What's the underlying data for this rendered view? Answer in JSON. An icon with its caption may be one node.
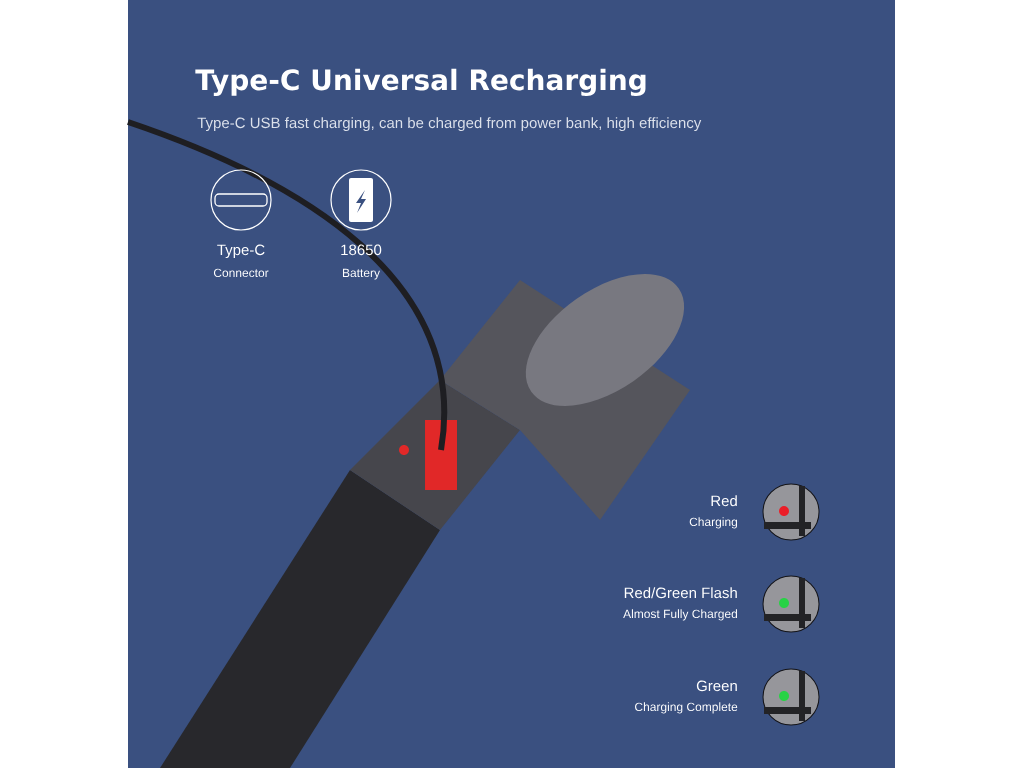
{
  "diagram": {
    "title": "Type-C Universal Recharging",
    "nodes": [
      {
        "text": [
          "Type-C",
          "Connector"
        ]
      },
      {
        "text": [
          "18650",
          "Battery"
        ]
      },
      {
        "text": [
          "Red",
          "Charging"
        ]
      },
      {
        "text": [
          "Red/Green Flash",
          "Almost Fully Charged"
        ]
      },
      {
        "text": [
          "Green",
          "Charging Complete"
        ]
      }
    ],
    "labels": [
      "Type-C USB fast charging, can be charged from power bank, high efficiency"
    ]
  }
}
